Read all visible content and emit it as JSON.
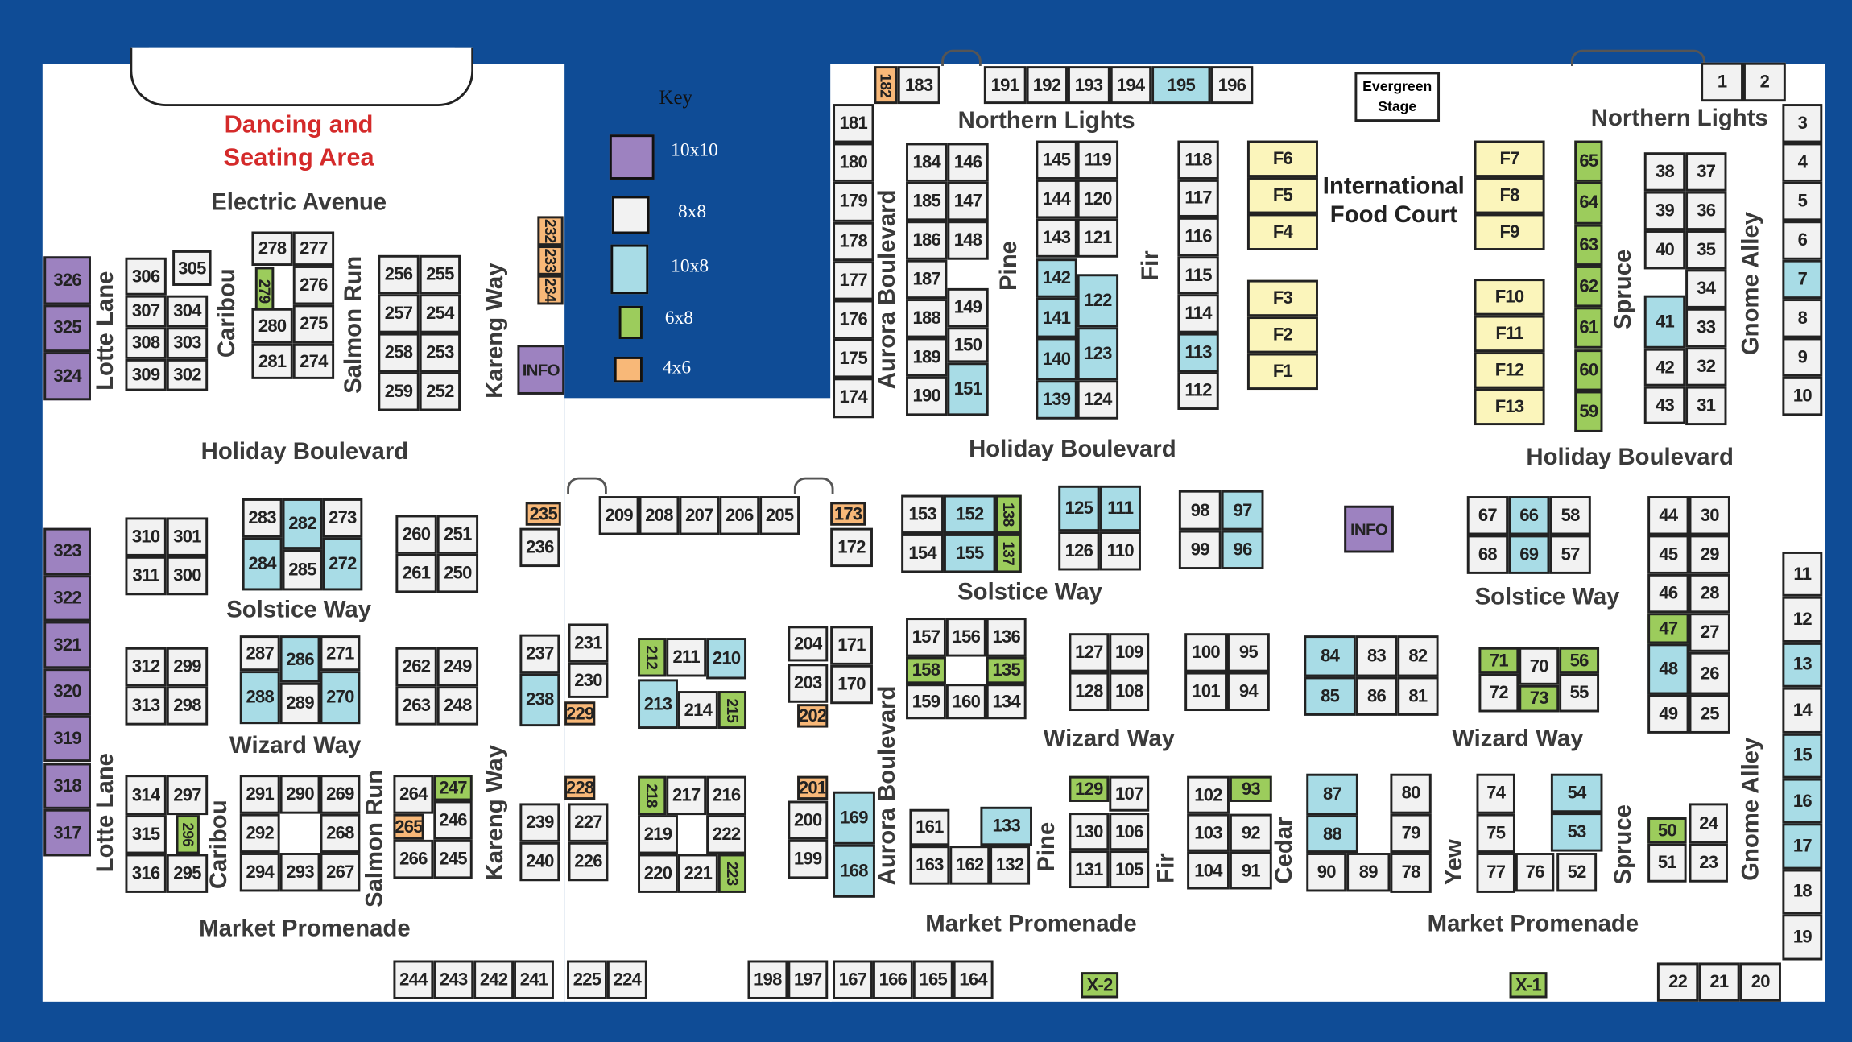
{
  "areas": {
    "dancing_line1": "Dancing and",
    "dancing_line2": "Seating Area",
    "food_court_line1": "International",
    "food_court_line2": "Food Court",
    "stage_line1": "Evergreen",
    "stage_line2": "Stage"
  },
  "key": {
    "title": "Key",
    "items": [
      {
        "label": "10x10",
        "color": "#9d82c0"
      },
      {
        "label": "8x8",
        "color": "#f2f2f2"
      },
      {
        "label": "10x8",
        "color": "#a8dce6"
      },
      {
        "label": "6x8",
        "color": "#9ccc5c"
      },
      {
        "label": "4x6",
        "color": "#f8b878"
      }
    ]
  },
  "streets": [
    "Electric Avenue",
    "Lotte Lane",
    "Caribou",
    "Salmon Run",
    "Kareng Way",
    "Holiday Boulevard",
    "Solstice Way",
    "Wizard Way",
    "Lotte Lane",
    "Caribou",
    "Salmon Run",
    "Kareng Way",
    "Market Promenade",
    "Northern Lights",
    "Northern Lights",
    "Aurora Boulevard",
    "Pine",
    "Fir",
    "Spruce",
    "Gnome Alley",
    "Holiday Boulevard",
    "Holiday Boulevard",
    "Solstice Way",
    "Solstice Way",
    "Wizard Way",
    "Wizard Way",
    "Aurora Boulevard",
    "Pine",
    "Fir",
    "Cedar",
    "Yew",
    "Spruce",
    "Gnome Alley",
    "Market Promenade",
    "Market Promenade"
  ],
  "booths": {
    "10x10": [
      "326",
      "325",
      "324",
      "323",
      "322",
      "321",
      "320",
      "319",
      "318",
      "317"
    ],
    "info": [
      "INFO",
      "INFO"
    ],
    "10x8": [
      "282",
      "284",
      "272",
      "286",
      "288",
      "270",
      "238",
      "210",
      "213",
      "169",
      "168",
      "195",
      "151",
      "142",
      "141",
      "140",
      "139",
      "122",
      "123",
      "113",
      "41",
      "7",
      "152",
      "155",
      "125",
      "111",
      "97",
      "96",
      "66",
      "69",
      "48",
      "13",
      "15",
      "16",
      "17",
      "133",
      "87",
      "88",
      "54",
      "53",
      "84",
      "85"
    ],
    "6x8": [
      "279",
      "296",
      "247",
      "212",
      "215",
      "218",
      "223",
      "65",
      "64",
      "63",
      "62",
      "61",
      "60",
      "59",
      "138",
      "137",
      "158",
      "135",
      "47",
      "71",
      "56",
      "73",
      "129",
      "93",
      "50",
      "X-2",
      "X-1"
    ],
    "4x6": [
      "232",
      "233",
      "234",
      "235",
      "229",
      "228",
      "265",
      "173",
      "202",
      "201",
      "182"
    ],
    "food": [
      "F1",
      "F2",
      "F3",
      "F4",
      "F5",
      "F6",
      "F7",
      "F8",
      "F9",
      "F10",
      "F11",
      "F12",
      "F13"
    ],
    "8x8": [
      "306",
      "305",
      "307",
      "308",
      "309",
      "304",
      "303",
      "302",
      "278",
      "277",
      "276",
      "280",
      "275",
      "281",
      "274",
      "256",
      "257",
      "258",
      "259",
      "255",
      "254",
      "253",
      "252",
      "310",
      "311",
      "301",
      "300",
      "283",
      "273",
      "285",
      "260",
      "261",
      "251",
      "250",
      "312",
      "313",
      "299",
      "298",
      "287",
      "271",
      "289",
      "262",
      "263",
      "249",
      "248",
      "314",
      "315",
      "316",
      "297",
      "295",
      "291",
      "290",
      "269",
      "292",
      "268",
      "294",
      "293",
      "267",
      "264",
      "246",
      "266",
      "245",
      "244",
      "243",
      "242",
      "241",
      "225",
      "224",
      "236",
      "209",
      "208",
      "207",
      "206",
      "205",
      "172",
      "237",
      "231",
      "230",
      "211",
      "214",
      "204",
      "203",
      "171",
      "170",
      "239",
      "240",
      "227",
      "226",
      "217",
      "216",
      "219",
      "222",
      "220",
      "221",
      "200",
      "199",
      "198",
      "197",
      "167",
      "166",
      "165",
      "164",
      "183",
      "191",
      "192",
      "193",
      "194",
      "196",
      "1",
      "2",
      "181",
      "180",
      "179",
      "178",
      "177",
      "176",
      "175",
      "174",
      "184",
      "185",
      "186",
      "187",
      "188",
      "189",
      "190",
      "146",
      "147",
      "148",
      "149",
      "150",
      "145",
      "144",
      "143",
      "119",
      "120",
      "121",
      "124",
      "118",
      "117",
      "116",
      "115",
      "114",
      "112",
      "38",
      "39",
      "40",
      "42",
      "43",
      "37",
      "36",
      "35",
      "34",
      "33",
      "32",
      "31",
      "3",
      "4",
      "5",
      "6",
      "8",
      "9",
      "10",
      "153",
      "154",
      "126",
      "110",
      "98",
      "99",
      "67",
      "58",
      "68",
      "57",
      "44",
      "45",
      "46",
      "30",
      "29",
      "28",
      "27",
      "26",
      "49",
      "25",
      "11",
      "12",
      "14",
      "18",
      "19",
      "157",
      "156",
      "136",
      "159",
      "160",
      "134",
      "127",
      "128",
      "109",
      "108",
      "100",
      "101",
      "95",
      "94",
      "83",
      "82",
      "86",
      "81",
      "70",
      "72",
      "55",
      "161",
      "163",
      "162",
      "132",
      "107",
      "130",
      "131",
      "106",
      "105",
      "102",
      "103",
      "104",
      "92",
      "91",
      "90",
      "89",
      "80",
      "79",
      "78",
      "74",
      "75",
      "77",
      "76",
      "52",
      "24",
      "51",
      "23",
      "22",
      "21",
      "20"
    ]
  }
}
